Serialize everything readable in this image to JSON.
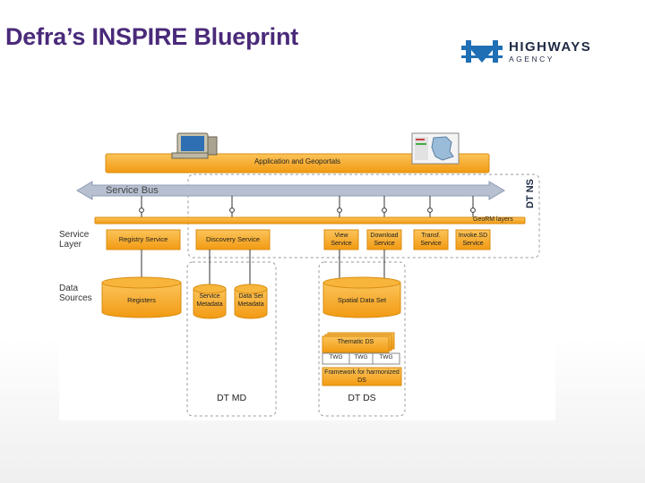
{
  "slide": {
    "title": "Defra’s INSPIRE Blueprint",
    "logo": {
      "word1": "HIGHWAYS",
      "word2": "AGENCY",
      "brand_color": "#1f6fb5"
    }
  },
  "diagram": {
    "top_bar": "Application and Geoportals",
    "bus": "Service Bus",
    "geo_layers": "GeoRM layers",
    "dt_ns": "DT NS",
    "side_labels": {
      "service_layer": "Service Layer",
      "data_sources": "Data Sources"
    },
    "services": {
      "registry": "Registry Service",
      "discovery": "Discovery Service",
      "view": "View Service",
      "download": "Download Service",
      "transf": "Transf. Service",
      "invoke": "Invoke.SD Service"
    },
    "data": {
      "registers": "Registers",
      "service_metadata": "Service Metadata",
      "dataset_metadata": "Data Set Metadata",
      "spatial": "Spatial Data Set",
      "thematic": "Thematic DS",
      "twg": [
        "TWG",
        "TWG",
        "TWG"
      ],
      "framework": "Framework for harmonized DS"
    },
    "dt_md": "DT MD",
    "dt_ds": "DT DS",
    "colors": {
      "orange": "#f5a020",
      "orange_dark": "#d98c10",
      "bus": "#a7b3c7",
      "dash": "#9a9a9a"
    }
  }
}
